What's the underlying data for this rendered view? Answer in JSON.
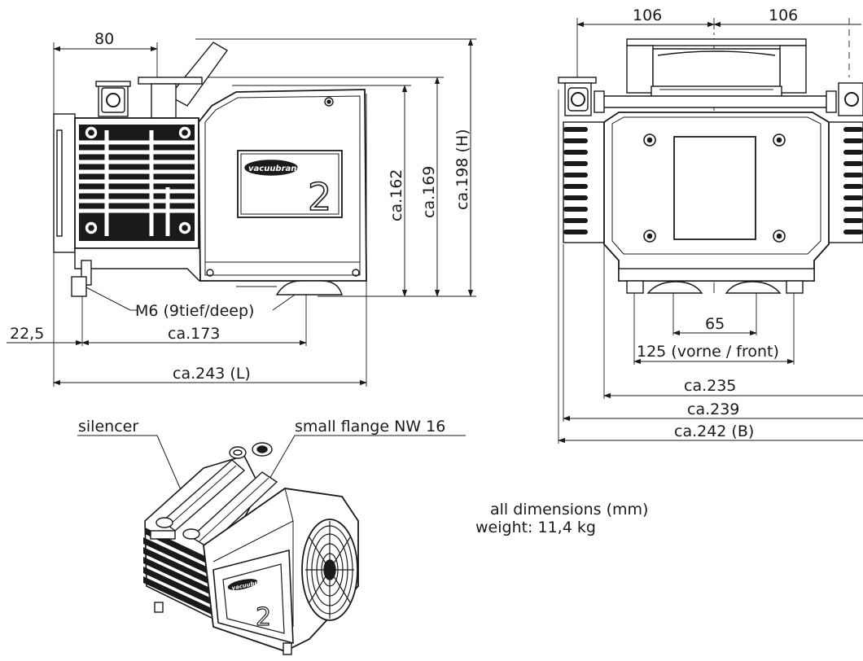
{
  "side_view": {
    "dim_top": "80",
    "dim_h1": "ca.162",
    "dim_h2": "ca.169",
    "dim_h3": "ca.198 (H)",
    "thread": "M6 (9tief/deep)",
    "dim_left": "22,5",
    "dim_mid": "ca.173",
    "dim_length": "ca.243 (L)",
    "brand": "vacuubrand",
    "model_number": "2"
  },
  "front_view": {
    "dim_top_left": "106",
    "dim_top_right": "106",
    "dim_65": "65",
    "dim_125": "125 (vorne / front)",
    "dim_235": "ca.235",
    "dim_239": "ca.239",
    "dim_width": "ca.242 (B)"
  },
  "iso_view": {
    "label_silencer": "silencer",
    "label_flange": "small flange NW 16",
    "brand": "vacuubrand",
    "model_number": "2"
  },
  "notes": {
    "line1": "all dimensions (mm)",
    "line2": "weight: 11,4 kg"
  },
  "colors": {
    "ink": "#1a1a1a",
    "paper": "#ffffff",
    "panel": "#f4f4f4"
  }
}
